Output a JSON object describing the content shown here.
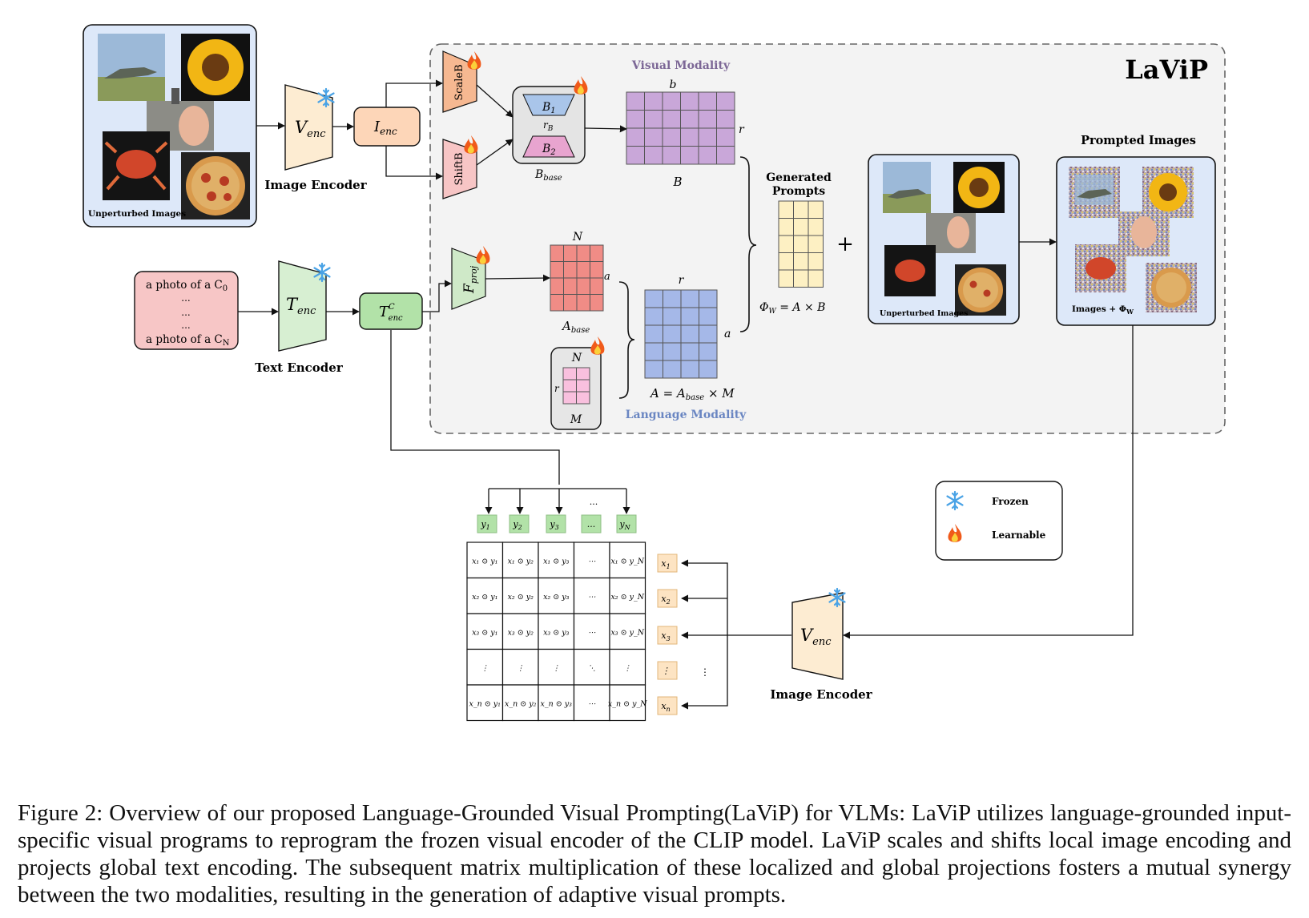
{
  "header": {
    "title": "LaViP"
  },
  "image_encoder_top": {
    "symbol": "V",
    "sub": "enc",
    "label": "Image Encoder"
  },
  "i_enc": {
    "symbol": "I",
    "sub": "enc"
  },
  "input_panel": {
    "label": "Unperturbed Images"
  },
  "scaleb": {
    "label": "ScaleB"
  },
  "shiftb": {
    "label": "ShiftB"
  },
  "bbase": {
    "b1": "B",
    "b1_sub": "1",
    "rb": "r",
    "rb_sub": "B",
    "b2": "B",
    "b2_sub": "2",
    "label": "B",
    "label_sub": "base"
  },
  "visual_modality": {
    "title": "Visual Modality",
    "top": "b",
    "side": "r",
    "bottom": "B"
  },
  "text_input": {
    "line1": "a photo of a C",
    "line1_sub": "0",
    "dots": "...",
    "last": "a photo of a C",
    "last_sub": "N"
  },
  "text_encoder": {
    "symbol": "T",
    "sub": "enc",
    "label": "Text Encoder"
  },
  "t_enc_c": {
    "symbol": "T",
    "sup": "C",
    "sub": "enc"
  },
  "fproj": {
    "symbol": "F",
    "sub": "proj"
  },
  "a_base": {
    "top": "N",
    "side": "a",
    "label": "A",
    "label_sub": "base"
  },
  "m_matrix": {
    "top": "N",
    "side": "r",
    "bottom": "M"
  },
  "language_modality": {
    "title": "Language Modality",
    "top": "r",
    "side": "a",
    "eq_left": "A = A",
    "eq_sub": "base",
    "eq_right": " × M"
  },
  "generated": {
    "title_line1": "Generated",
    "title_line2": "Prompts",
    "eq": "Φ",
    "eq_sub": "W",
    "eq_rest": " = A × B"
  },
  "plus": "+",
  "middle_panel": {
    "label": "Unperturbed Images"
  },
  "prompted": {
    "title": "Prompted Images",
    "label": "Images + Φ",
    "label_sub": "W"
  },
  "legend": {
    "frozen": "Frozen",
    "learnable": "Learnable"
  },
  "image_encoder_bottom": {
    "symbol": "V",
    "sub": "enc",
    "label": "Image Encoder"
  },
  "y_labels": [
    "y",
    "y",
    "y",
    "...",
    "y"
  ],
  "y_subs": [
    "1",
    "2",
    "3",
    "",
    "N"
  ],
  "x_labels": [
    "x",
    "x",
    "x",
    "⋮",
    "x"
  ],
  "x_subs": [
    "1",
    "2",
    "3",
    "",
    "n"
  ],
  "top_dots": "...",
  "right_dots": "⋮",
  "sim_rows": [
    [
      "x₁ ⊙ y₁",
      "x₁ ⊙ y₂",
      "x₁ ⊙ y₃",
      "⋯",
      "x₁ ⊙ y_N"
    ],
    [
      "x₂ ⊙ y₁",
      "x₂ ⊙ y₂",
      "x₂ ⊙ y₃",
      "⋯",
      "x₂ ⊙ y_N"
    ],
    [
      "x₃ ⊙ y₁",
      "x₃ ⊙ y₂",
      "x₃ ⊙ y₃",
      "⋯",
      "x₃ ⊙ y_N"
    ],
    [
      "⋮",
      "⋮",
      "⋮",
      "⋱",
      "⋮"
    ],
    [
      "x_n ⊙ y₁",
      "x_n ⊙ y₂",
      "x_n ⊙ y₃",
      "⋯",
      "x_n ⊙ y_N"
    ]
  ],
  "caption": "Figure 2: Overview of our proposed Language-Grounded Visual Prompting(LaViP) for VLMs: LaViP utilizes language-grounded input-specific visual programs to reprogram the frozen visual encoder of the CLIP model. LaViP scales and shifts local image encoding and projects global text encoding. The subsequent matrix multiplication of these localized and global projections fosters a mutual synergy between the two modalities, resulting in the generation of adaptive visual prompts.",
  "colors": {
    "visual_grid": "#c9a7d9",
    "language_grid": "#a5b8e8",
    "a_base_grid": "#f08c86",
    "m_grid": "#f9c0de",
    "prompts_grid": "#fdf0c3",
    "panel_bg": "#dde8f9",
    "scale": "#f6b891",
    "shift": "#f7c5c5",
    "encoder": "#fdecd2",
    "green": "#b2e2a8",
    "text_box": "#f7c6c6",
    "visual_title": "#7c6796",
    "language_title": "#6a86c2"
  }
}
